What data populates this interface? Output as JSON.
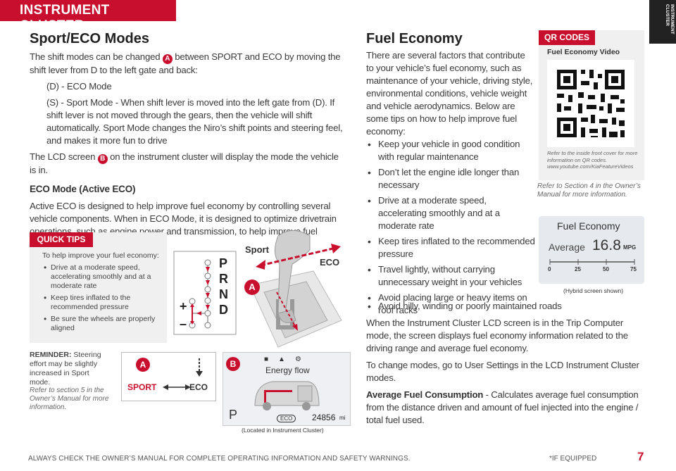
{
  "header": {
    "title": "INSTRUMENT CLUSTER",
    "side_tab": "INSTRUMENT CLUSTER"
  },
  "sport_eco": {
    "title": "Sport/ECO Modes",
    "p1_a": "The shift modes can be changed",
    "p1_b": "between SPORT and ECO by moving the shift lever from D to the left gate and back:",
    "d_line": "(D) - ECO Mode",
    "s_line": "(S) - Sport Mode - When shift lever is moved into the left gate from (D). If shift lever is not moved through the gears, then the vehicle will shift automatically. Sport Mode changes the Niro’s shift points and steering feel, and makes it more fun to drive",
    "p2_a": "The LCD screen",
    "p2_b": "on the instrument cluster will display the mode the vehicle is in.",
    "eco_head": "ECO Mode (Active ECO)",
    "eco_text": "Active ECO is designed to help improve fuel economy by controlling several vehicle components. When in ECO Mode, it is designed to optimize drivetrain operations, such as engine power and transmission, to help improve fuel economy in a variety of conditions."
  },
  "markers": {
    "a": "A",
    "b": "B"
  },
  "quick_tips": {
    "label": "QUICK TIPS",
    "intro": "To help improve your fuel economy:",
    "items": [
      "Drive at a moderate speed, accelerating smoothly and at a moderate rate",
      "Keep tires inflated to the recommended pressure",
      "Be sure the wheels are properly aligned"
    ]
  },
  "reminder": {
    "label": "REMINDER:",
    "text": "Steering effort may be slightly increased in Sport mode.",
    "refer": "Refer to section 5 in the Owner’s Manual for more information."
  },
  "shifter": {
    "sport_label": "Sport",
    "eco_label": "ECO",
    "gears": [
      "P",
      "R",
      "N",
      "D"
    ],
    "plus": "+",
    "minus": "–"
  },
  "mode_box": {
    "sport": "SPORT",
    "eco": "ECO"
  },
  "energy_flow": {
    "title": "Energy flow",
    "gear": "P",
    "mode": "ECO",
    "odometer": "24856",
    "unit": "mi",
    "caption": "(Located in Instrument Cluster)"
  },
  "fuel_economy": {
    "title": "Fuel Economy",
    "intro": "There are several factors that contribute to your vehicle’s fuel economy, such as maintenance of your vehicle, driving style, environmental conditions, vehicle weight and vehicle aerodynamics. Below are some tips on how to help improve fuel economy:",
    "bullets": [
      "Keep your vehicle in good condition with regular maintenance",
      "Don’t let the engine idle longer than necessary",
      "Drive at a moderate speed, accelerating smoothly and at a moderate rate",
      "Keep tires inflated to the recommended pressure",
      "Travel lightly, without carrying unnecessary weight in your vehicles",
      "Avoid placing large or heavy items on roof racks",
      "Avoid hilly, winding or poorly maintained roads"
    ],
    "p_cluster": "When the Instrument Cluster LCD screen is in the Trip Computer mode, the screen displays fuel economy information related to the driving range and average fuel economy.",
    "p_change": "To change modes, go to User Settings in the LCD Instrument Cluster modes.",
    "avg_head": "Average Fuel Consumption",
    "avg_text": " - Calculates average fuel consumption from the distance driven and amount of fuel injected into the engine / total fuel used.",
    "refer": "Refer to Section 4 in the Owner’s Manual for more information."
  },
  "qr": {
    "label": "QR CODES",
    "title": "Fuel Economy Video",
    "note": "Refer to the inside front cover for more information on QR codes. www.youtube.com/KiaFeatureVideos"
  },
  "fe_display": {
    "title": "Fuel Economy",
    "avg_label": "Average",
    "avg_value": "16.8",
    "unit": "MPG",
    "ticks": [
      "0",
      "25",
      "50",
      "75"
    ],
    "caption": "(Hybrid screen shown)"
  },
  "footer": {
    "warning": "ALWAYS CHECK THE OWNER’S MANUAL FOR COMPLETE OPERATING INFORMATION AND SAFETY WARNINGS.",
    "equipped": "*IF EQUIPPED",
    "page": "7"
  }
}
